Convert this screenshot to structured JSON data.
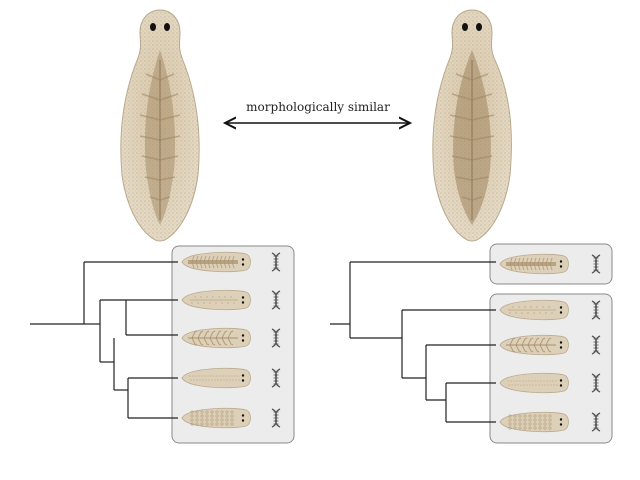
{
  "diagram": {
    "comparison_label": "morphologically similar",
    "colors": {
      "body_fill": "#ddd0b8",
      "body_edge": "#b9aa8e",
      "gut": "#a8906c",
      "box_fill": "#ececec",
      "box_stroke": "#8a8a8a",
      "tree_line": "#222222",
      "arrow": "#111111",
      "dna": "#555555"
    },
    "left_tree": {
      "boxes": 1,
      "species": [
        {
          "pattern": "stripe",
          "icon": "dna-icon"
        },
        {
          "pattern": "light",
          "icon": "dna-icon"
        },
        {
          "pattern": "branched",
          "icon": "dna-icon"
        },
        {
          "pattern": "speckled",
          "icon": "dna-icon"
        },
        {
          "pattern": "spotted",
          "icon": "dna-icon"
        }
      ]
    },
    "right_tree": {
      "boxes": 2,
      "species": [
        {
          "pattern": "stripe",
          "icon": "dna-icon"
        },
        {
          "pattern": "light",
          "icon": "dna-icon"
        },
        {
          "pattern": "branched",
          "icon": "dna-icon"
        },
        {
          "pattern": "speckled",
          "icon": "dna-icon"
        },
        {
          "pattern": "spotted",
          "icon": "dna-icon"
        }
      ]
    }
  }
}
